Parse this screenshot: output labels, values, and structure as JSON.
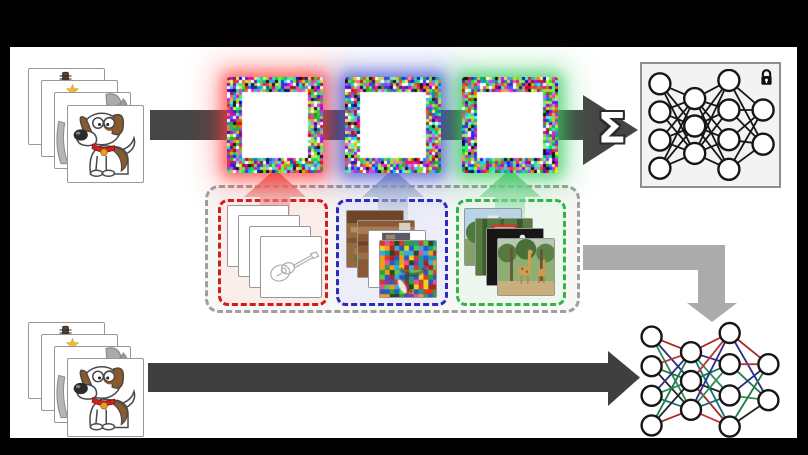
{
  "figure": {
    "background": "#000000",
    "canvas_bg": "#ffffff",
    "top_pipeline": {
      "input_name": "cartoon-dog-image-stack",
      "main_arrow_color": "#464646",
      "sum_symbol": "Σ",
      "masks": [
        {
          "id": "mask-sketches",
          "glow_color": "#ff3c3c",
          "source_group": "sketches"
        },
        {
          "id": "mask-paintings",
          "glow_color": "#4653cd",
          "source_group": "paintings"
        },
        {
          "id": "mask-photos",
          "glow_color": "#3bcb62",
          "source_group": "photos"
        }
      ],
      "aggregated_network": {
        "layers": [
          4,
          3,
          4,
          2
        ],
        "frozen": true,
        "lock_icon": "padlock",
        "box_bg": "#f3f3f3",
        "box_border": "#8f8f8f",
        "edge_color": "#161616"
      }
    },
    "dataset_panel": {
      "outer_border_color": "#9f9f9f",
      "outer_bg": "#f7f7f5",
      "transfer_arrow_color": "#ababab",
      "groups": [
        {
          "name": "sketches",
          "border_color": "#cf1d1d",
          "bg": "#fbeeea",
          "arrow_from": "#e05555",
          "arrow_to": "#f5c9c0"
        },
        {
          "name": "paintings",
          "border_color": "#2b2bbf",
          "bg": "#ededf8",
          "arrow_from": "#8fa2bd",
          "arrow_to": "#ccd5e2"
        },
        {
          "name": "photos",
          "border_color": "#2fb54a",
          "bg": "#eef7ee",
          "arrow_from": "#58c878",
          "arrow_to": "#bce6c6"
        }
      ]
    },
    "bottom_pipeline": {
      "input_name": "cartoon-dog-image-stack",
      "main_arrow_color": "#3f3f3f",
      "multidomain_network": {
        "layers": [
          4,
          3,
          4,
          2
        ],
        "frozen": false,
        "edge_colors": [
          "#a82828",
          "#1f7a45",
          "#0f7278",
          "#2c2c86",
          "#252525",
          "#c03434",
          "#2e8b57"
        ]
      }
    }
  }
}
